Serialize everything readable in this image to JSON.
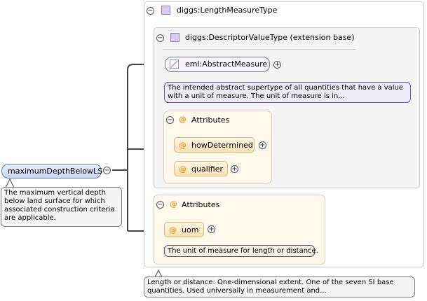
{
  "root_element": {
    "label": "maximumDepthBelowLS",
    "doc": [
      "The maximum vertical depth",
      "below land surface for which",
      "associated construction criteria",
      "are applicable."
    ]
  },
  "length_measure_type": {
    "label": "diggs:LengthMeasureType",
    "doc": [
      "Length or distance: One-dimensional extent. One of the seven SI base",
      "quantities. Used universally in measurement and..."
    ]
  },
  "descriptor_value_type": {
    "label": "diggs:DescriptorValueType (extension base)"
  },
  "abstract_measure": {
    "label": "eml:AbstractMeasure",
    "doc": [
      "The intended abstract supertype of all quantities that have a value",
      "with a unit of measure. The unit of measure is in..."
    ]
  },
  "inner_attributes": {
    "title": "Attributes",
    "items": [
      "howDetermined",
      "qualifier"
    ]
  },
  "outer_attributes": {
    "title": "Attributes",
    "uom": {
      "label": "uom",
      "doc": "The unit of measure for length or distance."
    }
  },
  "symbols": {
    "minus": "−",
    "plus": "+",
    "at": "@"
  },
  "colors": {
    "element_fill": "#c7d6f2",
    "type_icon": "#d9ccec",
    "attr_fill": "#f7e1b5",
    "attr_at": "#e39a2a"
  }
}
